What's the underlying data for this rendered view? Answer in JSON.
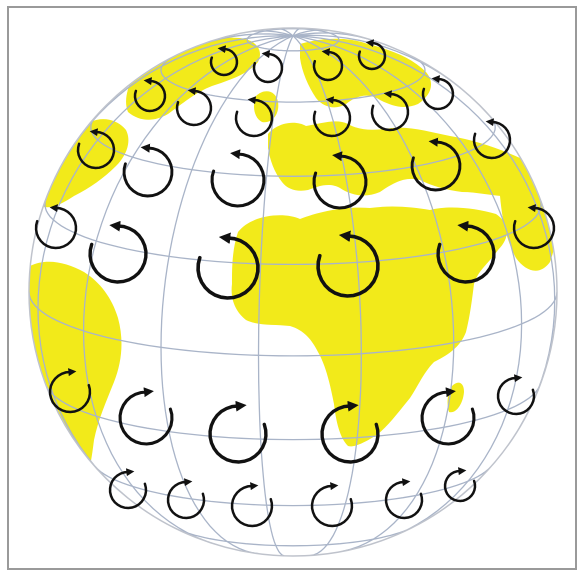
{
  "colors": {
    "ocean": "#ffffff",
    "land": "#f2ea1a",
    "grid": "#a9b4c8",
    "outline": "#bfc3cc",
    "arrow": "#111111",
    "border": "#9a9a9a"
  },
  "figure": {
    "subject": "globe-with-rotating-arrows",
    "hemispheres": [
      {
        "name": "northern",
        "arrow_rotation": "counterclockwise"
      },
      {
        "name": "southern",
        "arrow_rotation": "clockwise"
      }
    ]
  }
}
